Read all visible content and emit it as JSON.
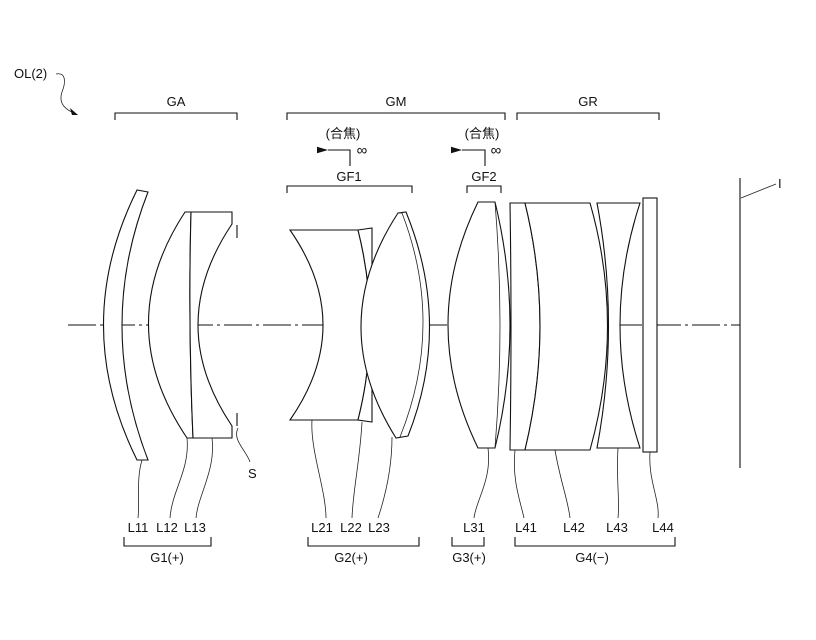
{
  "figure_label": "OL(2)",
  "groups_top": {
    "ga": "GA",
    "gm": "GM",
    "gr": "GR",
    "gf1": "GF1",
    "gf2": "GF2"
  },
  "focus": {
    "label": "(合焦)",
    "infinity": "∞"
  },
  "stop_label": "S",
  "image_label": "I",
  "lenses": [
    "L11",
    "L12",
    "L13",
    "L21",
    "L22",
    "L23",
    "L31",
    "L41",
    "L42",
    "L43",
    "L44"
  ],
  "groups_bottom": {
    "g1": "G1(+)",
    "g2": "G2(+)",
    "g3": "G3(+)",
    "g4": "G4(−)"
  }
}
